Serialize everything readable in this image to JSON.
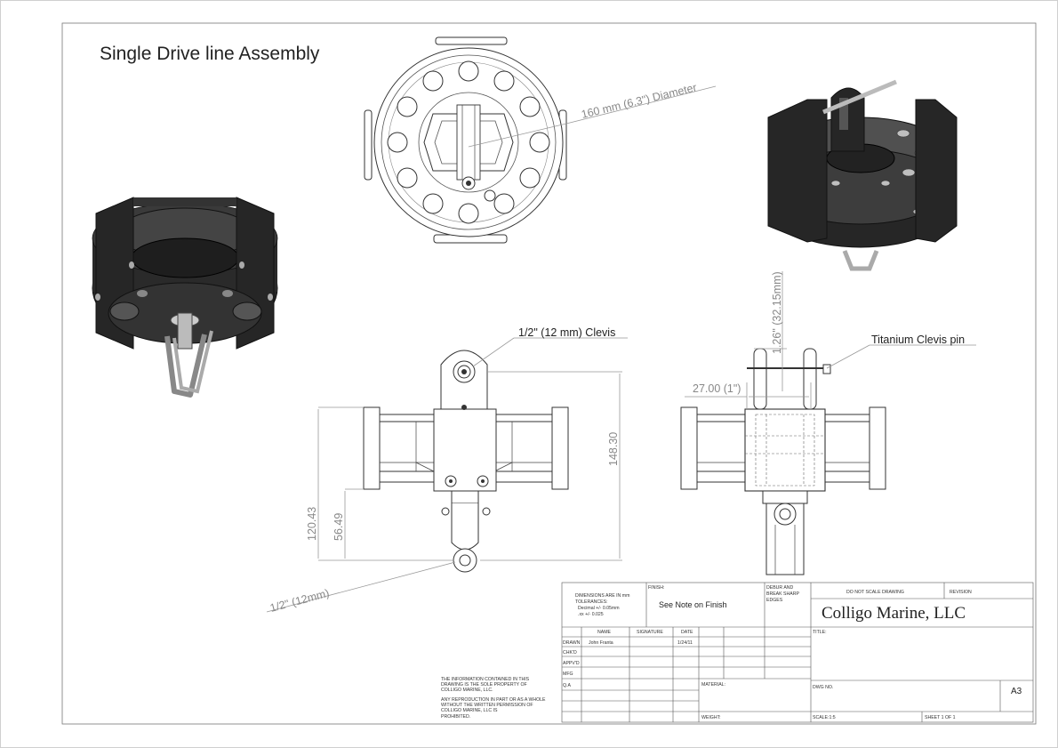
{
  "drawing": {
    "title": "Single Drive line Assembly",
    "callouts": {
      "diameter": "160 mm (6.3\") Diameter",
      "clevis": "1/2\" (12 mm) Clevis",
      "clevis_pin": "Titanium Clevis pin",
      "lower": "1/2\" (12mm)"
    },
    "dimensions": {
      "d148": "148.30",
      "d120": "120.43",
      "d56": "56.49",
      "d27": "27.00 (1\")",
      "d126": "1.26\" (32.15mm)"
    }
  },
  "title_block": {
    "dims_note": [
      "DIMENSIONS ARE IN mm",
      "TOLERANCES:",
      "Decimal +/- 0.05mm",
      ".xx +/- 0.025"
    ],
    "finish_label": "FINISH:",
    "finish_value": "See Note on Finish",
    "deburr": [
      "DEBUR AND",
      "BREAK SHARP",
      "EDGES"
    ],
    "do_not_scale": "DO NOT SCALE DRAWING",
    "revision": "REVISION",
    "company": "Colligo Marine, LLC",
    "col_name": "NAME",
    "col_signature": "SIGNATURE",
    "col_date": "DATE",
    "title_label": "TITLE:",
    "rows": [
      {
        "label": "DRAWN",
        "name": "John Franta",
        "date": "1/24/11"
      },
      {
        "label": "CHK'D",
        "name": "",
        "date": ""
      },
      {
        "label": "APPV'D",
        "name": "",
        "date": ""
      },
      {
        "label": "MFG",
        "name": "",
        "date": ""
      },
      {
        "label": "Q.A",
        "name": "",
        "date": ""
      }
    ],
    "material_label": "MATERIAL:",
    "dwg_label": "DWG NO.",
    "size": "A3",
    "weight_label": "WEIGHT:",
    "scale": "SCALE:1:5",
    "sheet": "SHEET 1 OF 1",
    "proprietary": [
      "THE INFORMATION CONTAINED IN THIS",
      "DRAWING IS THE SOLE PROPERTY OF",
      "COLLIGO MARINE, LLC.",
      "ANY REPRODUCTION IN PART OR AS A WHOLE",
      "WITHOUT THE WRITTEN PERMISSION OF",
      "COLLIGO MARINE, LLC IS",
      "PROHIBITED."
    ]
  }
}
